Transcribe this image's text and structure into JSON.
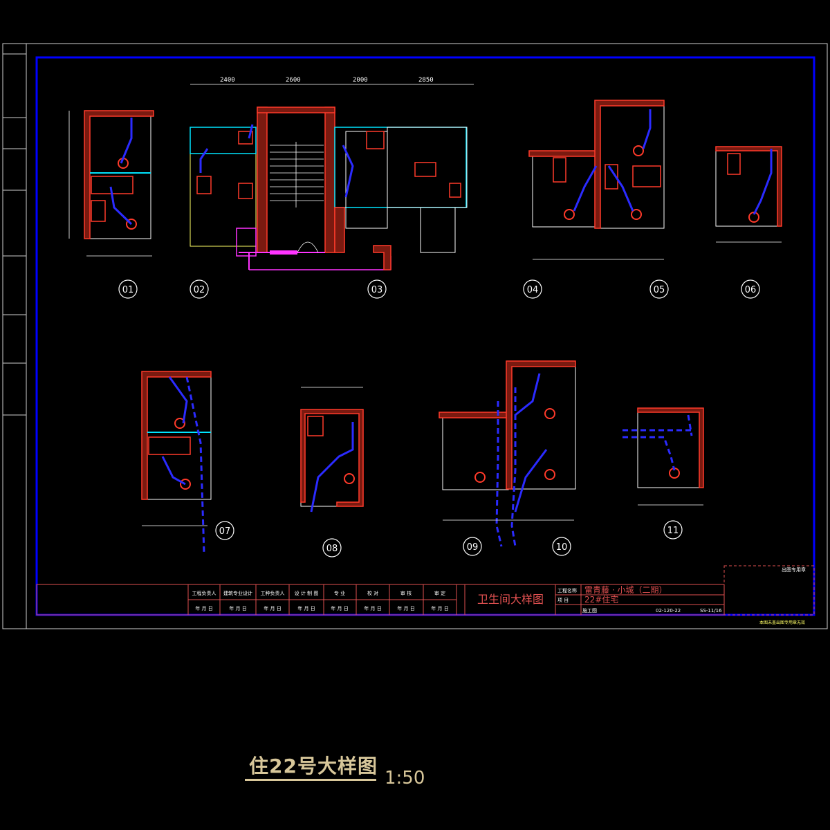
{
  "sheet": {
    "title": "卫生间大样图",
    "project_label": "工程名称",
    "project_name": "雷青藤 · 小城（二期）",
    "item_label": "项 目",
    "item_name": "22#住宅",
    "stage": "施工图",
    "drawing_no": "02-120-22",
    "sheet_no": "SS-11/16",
    "signature_headers": [
      "工程负责人",
      "建筑专业设计",
      "工种负责人",
      "设 计 制 图",
      "专 业",
      "校 对",
      "审 核",
      "审 定"
    ],
    "date_cells": [
      "年 月 日",
      "年 月 日",
      "年 月 日",
      "年 月 日",
      "年 月 日",
      "年 月 日",
      "年 月 日",
      "年 月 日"
    ],
    "note": "本图未盖出图专用章无效",
    "stamp_label": "出图专用章"
  },
  "details": [
    "01",
    "02",
    "03",
    "04",
    "05",
    "06",
    "07",
    "08",
    "09",
    "10",
    "11"
  ],
  "dims_top": [
    "2400",
    "2600",
    "2000",
    "2850"
  ],
  "footer": {
    "caption": "住22号大样图",
    "scale": "1:50"
  },
  "colors": {
    "frame": "#0000ff",
    "wall": "#ff3a2a",
    "pipe": "#2b2bff",
    "dim": "#ffffff",
    "text": "#ffffff",
    "cyan": "#00e5ff",
    "yellow": "#ffff66",
    "magenta": "#ff33ff",
    "green": "#22ff22",
    "title_text": "#e05050"
  }
}
